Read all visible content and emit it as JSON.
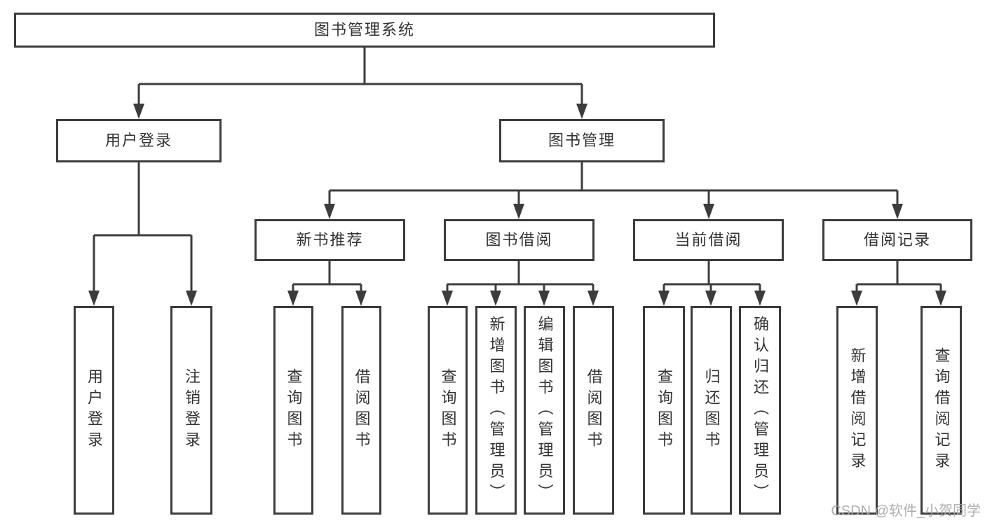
{
  "diagram": {
    "root": {
      "label": "图书管理系统"
    },
    "branches": [
      {
        "label": "用户登录",
        "children": [
          {
            "label": "用户登录"
          },
          {
            "label": "注销登录"
          }
        ]
      },
      {
        "label": "图书管理",
        "children": [
          {
            "label": "新书推荐",
            "children": [
              {
                "label": "查询图书"
              },
              {
                "label": "借阅图书"
              }
            ]
          },
          {
            "label": "图书借阅",
            "children": [
              {
                "label": "查询图书"
              },
              {
                "label": "新增图书（管理员）"
              },
              {
                "label": "编辑图书（管理员）"
              },
              {
                "label": "借阅图书"
              }
            ]
          },
          {
            "label": "当前借阅",
            "children": [
              {
                "label": "查询图书"
              },
              {
                "label": "归还图书"
              },
              {
                "label": "确认归还（管理员）"
              }
            ]
          },
          {
            "label": "借阅记录",
            "children": [
              {
                "label": "新增借阅记录"
              },
              {
                "label": "查询借阅记录"
              }
            ]
          }
        ]
      }
    ]
  },
  "watermark": {
    "text": "CSDN @软件_小贺同学"
  },
  "colors": {
    "line": "#3c3c3c",
    "box_border": "#3c3c3c",
    "text": "#333333",
    "watermark": "#a6a6a6",
    "background": "#ffffff"
  }
}
